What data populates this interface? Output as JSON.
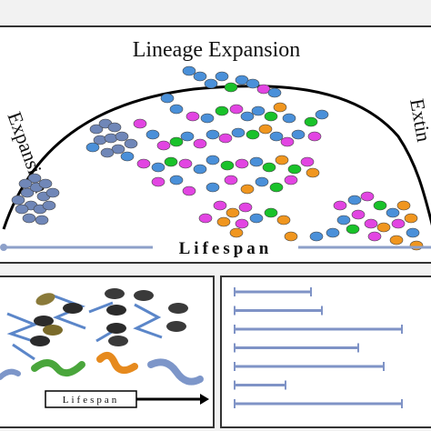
{
  "top": {
    "title": "Lineage Expansion",
    "left_label": "Expansion",
    "right_label": "Extin",
    "axis_label": "Lifespan"
  },
  "bottom_left": {
    "axis_label": "Lifespan",
    "colors": {
      "worm_green": "#4aa63c",
      "worm_orange": "#e68a1e",
      "worm_blue": "#7d96c9",
      "arrow_blue": "#5b86c9"
    }
  },
  "bottom_right": {
    "bar_color": "#7f93c6",
    "bars": [
      0.42,
      0.48,
      0.92,
      0.68,
      0.82,
      0.28,
      0.92
    ]
  },
  "colors": {
    "blue": "#4a90d9",
    "slate": "#7087b8",
    "green": "#19c22a",
    "magenta": "#e245e2",
    "orange": "#f0961f",
    "axis": "#8da0c9"
  }
}
